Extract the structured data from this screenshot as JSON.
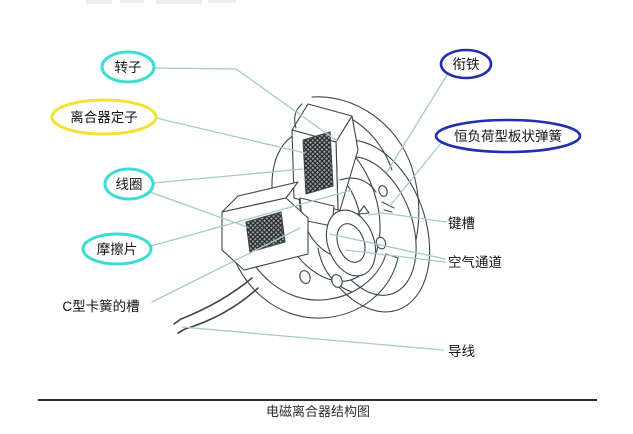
{
  "caption": "电磁离合器结构图",
  "labels": {
    "left": [
      {
        "text": "转子",
        "shape": "ellipse",
        "color_key": "cyan"
      },
      {
        "text": "离合器定子",
        "shape": "ellipse",
        "color_key": "yellow"
      },
      {
        "text": "线圈",
        "shape": "ellipse",
        "color_key": "cyan"
      },
      {
        "text": "摩擦片",
        "shape": "ellipse",
        "color_key": "cyan"
      },
      {
        "text": "C型卡簧的槽",
        "shape": "none"
      }
    ],
    "right": [
      {
        "text": "衔铁",
        "shape": "ellipse",
        "color_key": "navy"
      },
      {
        "text": "恒负荷型板状弹簧",
        "shape": "ellipse",
        "color_key": "navy"
      },
      {
        "text": "键槽",
        "shape": "none"
      },
      {
        "text": "空气通道",
        "shape": "none"
      },
      {
        "text": "导线",
        "shape": "none"
      }
    ]
  },
  "colors": {
    "cyan": "#3cdcd2",
    "yellow": "#f2e136",
    "navy": "#1f2fae",
    "leader": "#a6c9cb",
    "line_art": "#3b474e",
    "wire": "#3f4346",
    "caption_rule": "#2b2b2b"
  }
}
